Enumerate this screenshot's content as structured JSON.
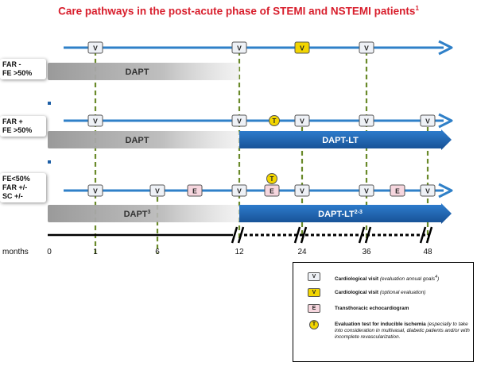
{
  "title": "Care pathways in the post-acute phase  of STEMI and NSTEMI patients",
  "title_sup": "1",
  "rows": [
    {
      "label": [
        "FAR -",
        "FE >50%"
      ],
      "bars": [
        {
          "text": "DAPT",
          "sup": "",
          "style": "gray"
        }
      ]
    },
    {
      "label": [
        "FAR +",
        "FE >50%"
      ],
      "bars": [
        {
          "text": "DAPT",
          "sup": "",
          "style": "gray"
        },
        {
          "text": "DAPT-LT",
          "sup": "",
          "style": "blue"
        }
      ]
    },
    {
      "label": [
        "FE<50%",
        "FAR +/-",
        "SC +/-"
      ],
      "bars": [
        {
          "text": "DAPT",
          "sup": "3",
          "style": "gray"
        },
        {
          "text": "DAPT-LT",
          "sup": "2-3",
          "style": "blue"
        }
      ]
    }
  ],
  "markers": {
    "row1": [
      {
        "type": "V",
        "style": "cardio"
      },
      {
        "type": "V",
        "style": "cardio"
      },
      {
        "type": "V",
        "style": "optional"
      },
      {
        "type": "V",
        "style": "cardio"
      }
    ],
    "row2": [
      {
        "type": "V",
        "style": "cardio"
      },
      {
        "type": "V",
        "style": "cardio"
      },
      {
        "type": "T",
        "style": "test"
      },
      {
        "type": "V",
        "style": "cardio"
      },
      {
        "type": "V",
        "style": "cardio"
      },
      {
        "type": "V",
        "style": "cardio"
      }
    ],
    "row3": [
      {
        "type": "V",
        "style": "cardio"
      },
      {
        "type": "V",
        "style": "cardio"
      },
      {
        "type": "E",
        "style": "echo"
      },
      {
        "type": "V",
        "style": "cardio"
      },
      {
        "type": "E",
        "style": "echo"
      },
      {
        "type": "T",
        "style": "test"
      },
      {
        "type": "V",
        "style": "cardio"
      },
      {
        "type": "V",
        "style": "cardio"
      },
      {
        "type": "E",
        "style": "echo"
      },
      {
        "type": "V",
        "style": "cardio"
      }
    ]
  },
  "timeline": {
    "axis_label": "months",
    "ticks": [
      "0",
      "1",
      "6",
      "12",
      "24",
      "36",
      "48"
    ]
  },
  "legend": [
    {
      "icon": "V",
      "icon_style": "cardio",
      "bold": "Cardiological visit",
      "italic": " (evaluation annual goals",
      "italic_sup": "4",
      "tail": ")"
    },
    {
      "icon": "V",
      "icon_style": "optional",
      "bold": "Cardiological visit",
      "italic": " (optional evaluation)",
      "italic_sup": "",
      "tail": ""
    },
    {
      "icon": "E",
      "icon_style": "echo",
      "bold": "Transthoracic echocardiogram",
      "italic": "",
      "italic_sup": "",
      "tail": ""
    },
    {
      "icon": "T",
      "icon_style": "test",
      "bold": "Evaluation test for inducible ischemia",
      "italic": " (especially to take into consideration in multivasal, diabetic patients and/or with incomplete revascularization.",
      "italic_sup": "",
      "tail": ""
    }
  ],
  "colors": {
    "title": "#d81e2c",
    "timeline_blue": "#2f80c8",
    "dashed_green": "#6a8a2a",
    "gray_bar": "#9a9a9a",
    "blue_bar": "#1d5fa6",
    "optional_visit": "#f2d500",
    "echo": "#f6d6de",
    "test": "#f2d500",
    "cardio_visit": "#eef1f6"
  }
}
